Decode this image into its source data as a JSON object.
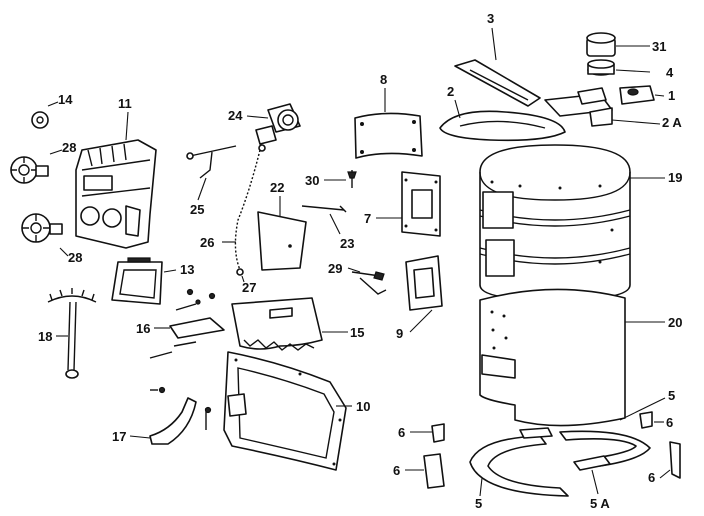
{
  "diagram": {
    "callouts": {
      "p1": "1",
      "p2": "2",
      "p2a": "2 A",
      "p3": "3",
      "p4": "4",
      "p5_top": "5",
      "p5_bottom": "5",
      "p5a": "5 A",
      "p6_left_top": "6",
      "p6_left_bottom": "6",
      "p6_right_top": "6",
      "p6_right_bottom": "6",
      "p7": "7",
      "p8": "8",
      "p9": "9",
      "p10": "10",
      "p11": "11",
      "p13": "13",
      "p14": "14",
      "p15": "15",
      "p16": "16",
      "p17": "17",
      "p18": "18",
      "p19": "19",
      "p20": "20",
      "p22": "22",
      "p23": "23",
      "p24": "24",
      "p25": "25",
      "p26": "26",
      "p27": "27",
      "p28_top": "28",
      "p28_bottom": "28",
      "p29": "29",
      "p30": "30",
      "p31": "31"
    }
  }
}
